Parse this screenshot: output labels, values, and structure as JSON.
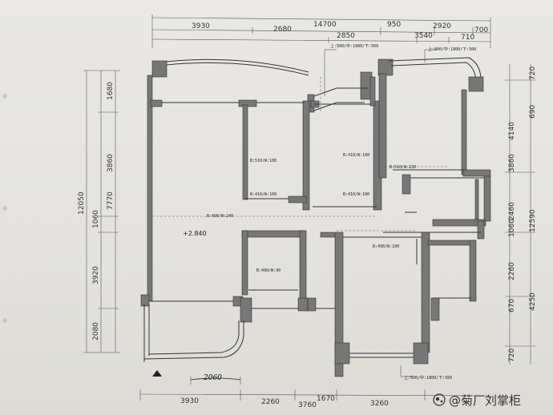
{
  "dims_top": {
    "overall": "14700",
    "row1": [
      "3930",
      "2680",
      "950",
      "2920",
      "700"
    ],
    "row2": [
      "2850",
      "3540",
      "710"
    ]
  },
  "dims_left": [
    "1680",
    "3860",
    "12050",
    "1060",
    "7770",
    "3920",
    "2080"
  ],
  "dims_right": {
    "outer": [
      "720",
      "4140",
      "12590"
    ],
    "inner": [
      "690",
      "3860",
      "2460",
      "1060",
      "2260",
      "670",
      "4250",
      "720"
    ]
  },
  "dims_bottom": [
    "3930",
    "2260",
    "1670",
    "3760",
    "3260"
  ],
  "window_notes": {
    "top_left": "上:500/中:1800/下:560",
    "top_right": "上:900/中:1800/下:560",
    "bottom": "上:500/中:1800/下:560"
  },
  "door_labels": [
    "B:510/W:100",
    "B:410/W:100",
    "B:510/W:220",
    "B:410/W:100",
    "B:410/W:100",
    "B:490/W:240",
    "B:490/W:100",
    "B:490/W:90"
  ],
  "elevation": "+2.840",
  "handwritten": "2060",
  "watermark": "@菊厂刘掌柜"
}
